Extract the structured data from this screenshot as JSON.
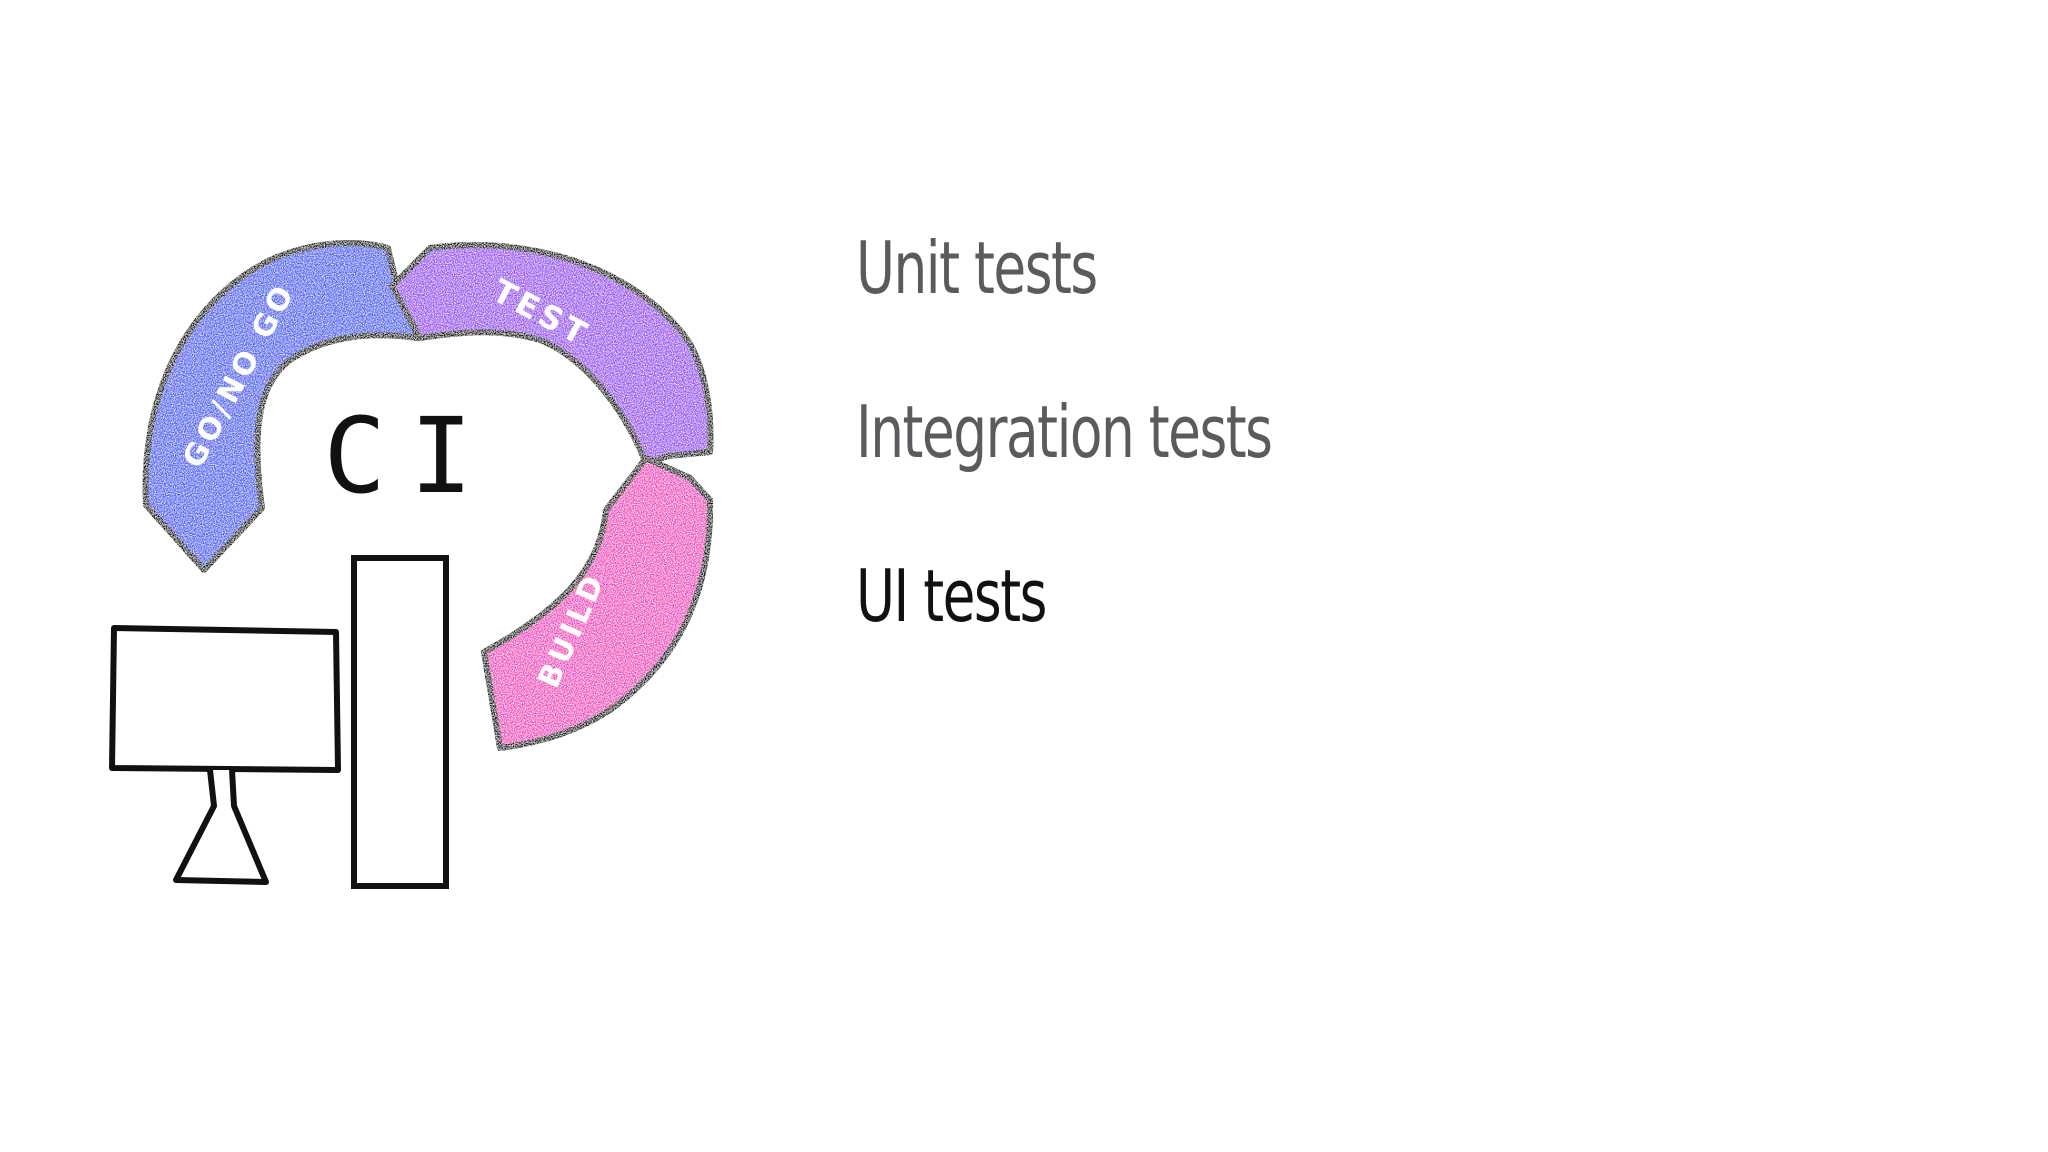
{
  "illustration": {
    "center_label": "CI",
    "segments": [
      {
        "label": "GO/NO GO",
        "color": "#4a5ef0"
      },
      {
        "label": "TEST",
        "color": "#9a4cf0"
      },
      {
        "label": "BUILD",
        "color": "#f044c0"
      }
    ],
    "outline_color": "#111111"
  },
  "bullets": [
    {
      "label": "Unit tests",
      "state": "dim"
    },
    {
      "label": "Integration tests",
      "state": "dim"
    },
    {
      "label": "UI tests",
      "state": "active"
    }
  ],
  "colors": {
    "dim_text": "#5b5b5f",
    "active_text": "#111111",
    "background": "#ffffff"
  }
}
